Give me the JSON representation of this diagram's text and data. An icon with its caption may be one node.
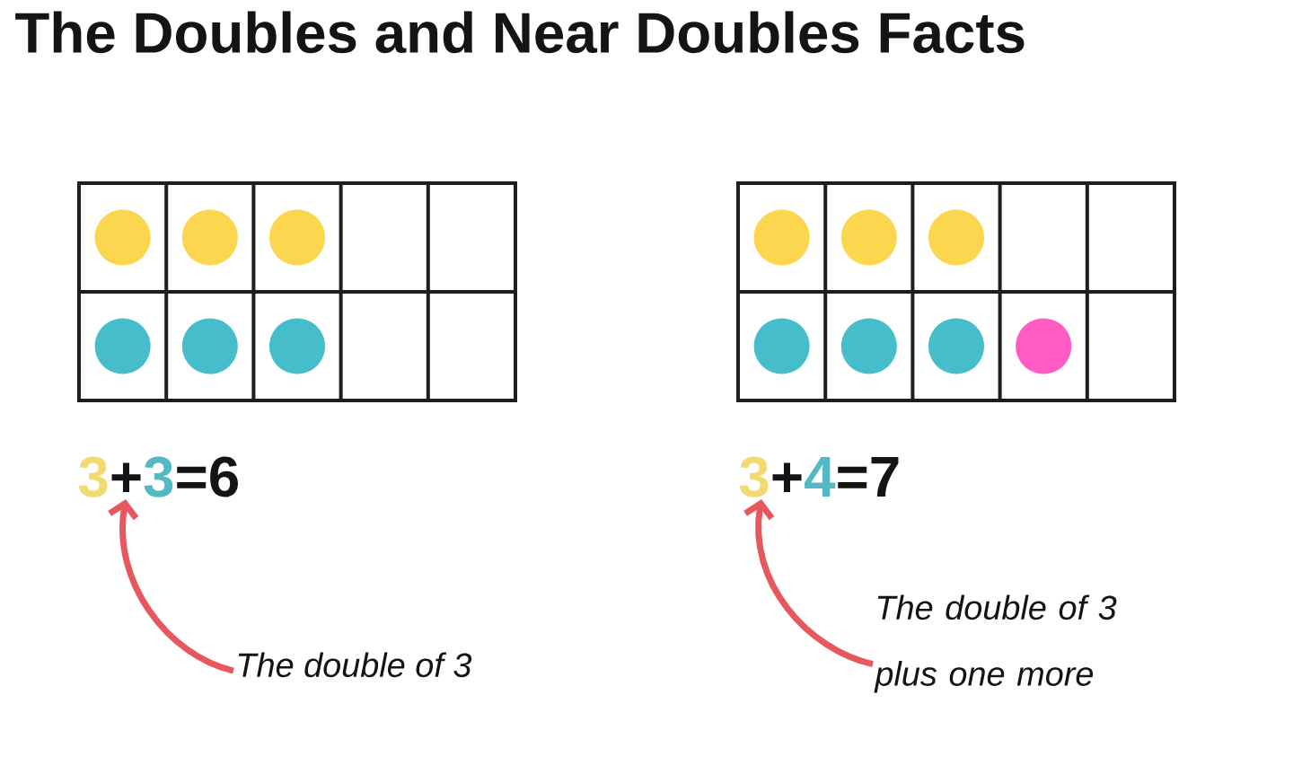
{
  "diagram": {
    "title": "The Doubles and Near Doubles Facts",
    "nodes": [
      {
        "text": [
          "3",
          "+",
          "3",
          "=6"
        ]
      },
      {
        "text": [
          "3",
          "+",
          "4",
          "=7"
        ]
      },
      {
        "text": [
          "The double of 3"
        ]
      },
      {
        "text": [
          "The double of 3 plus one more"
        ]
      }
    ],
    "edges": [
      {
        "from": 2,
        "to": 0,
        "arrow": "to"
      },
      {
        "from": 3,
        "to": 1,
        "arrow": "to"
      }
    ]
  }
}
